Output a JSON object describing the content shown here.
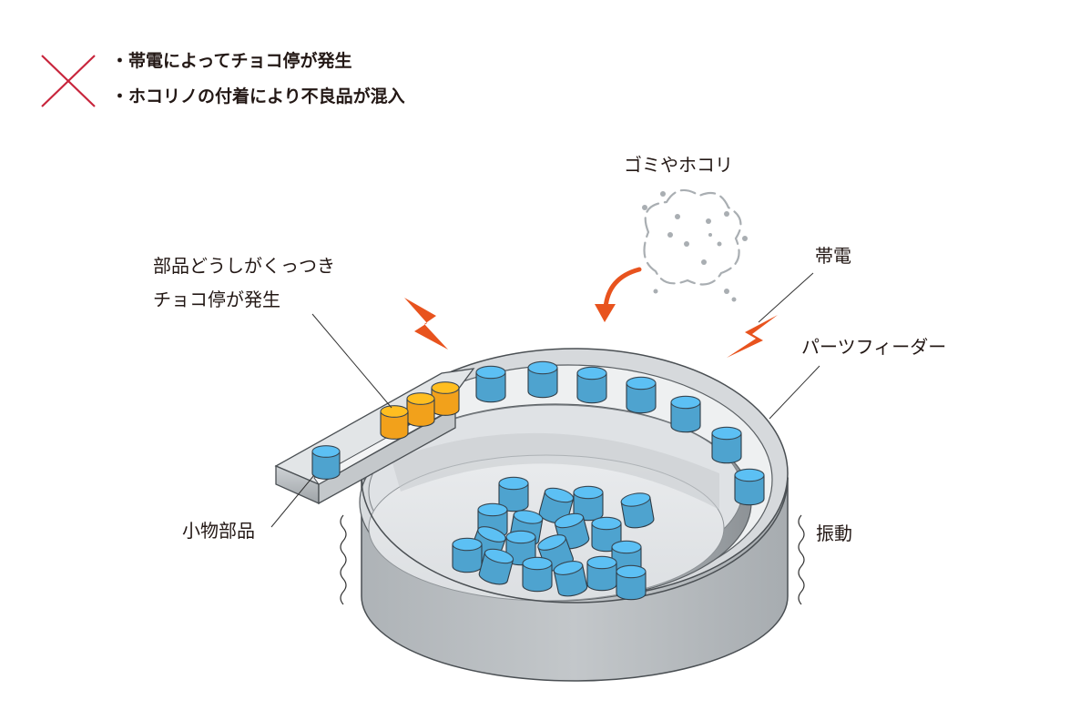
{
  "warning": {
    "icon": "cross-mark-icon",
    "items": [
      "・帯電によってチョコ停が発生",
      "・ホコリノの付着により不良品が混入"
    ]
  },
  "labels": {
    "dust": "ゴミやホコリ",
    "static": "帯電",
    "feeder": "パーツフィーダー",
    "vibration": "振動",
    "parts": "小物部品",
    "stuck_line1": "部品どうしがくっつき",
    "stuck_line2": "チョコ停が発生"
  },
  "colors": {
    "cross": "#c8253c",
    "lightning": "#e8531e",
    "part_blue": "#4ea3cf",
    "part_orange": "#f2a11b",
    "bowl_gray": "#b2b7bb"
  }
}
